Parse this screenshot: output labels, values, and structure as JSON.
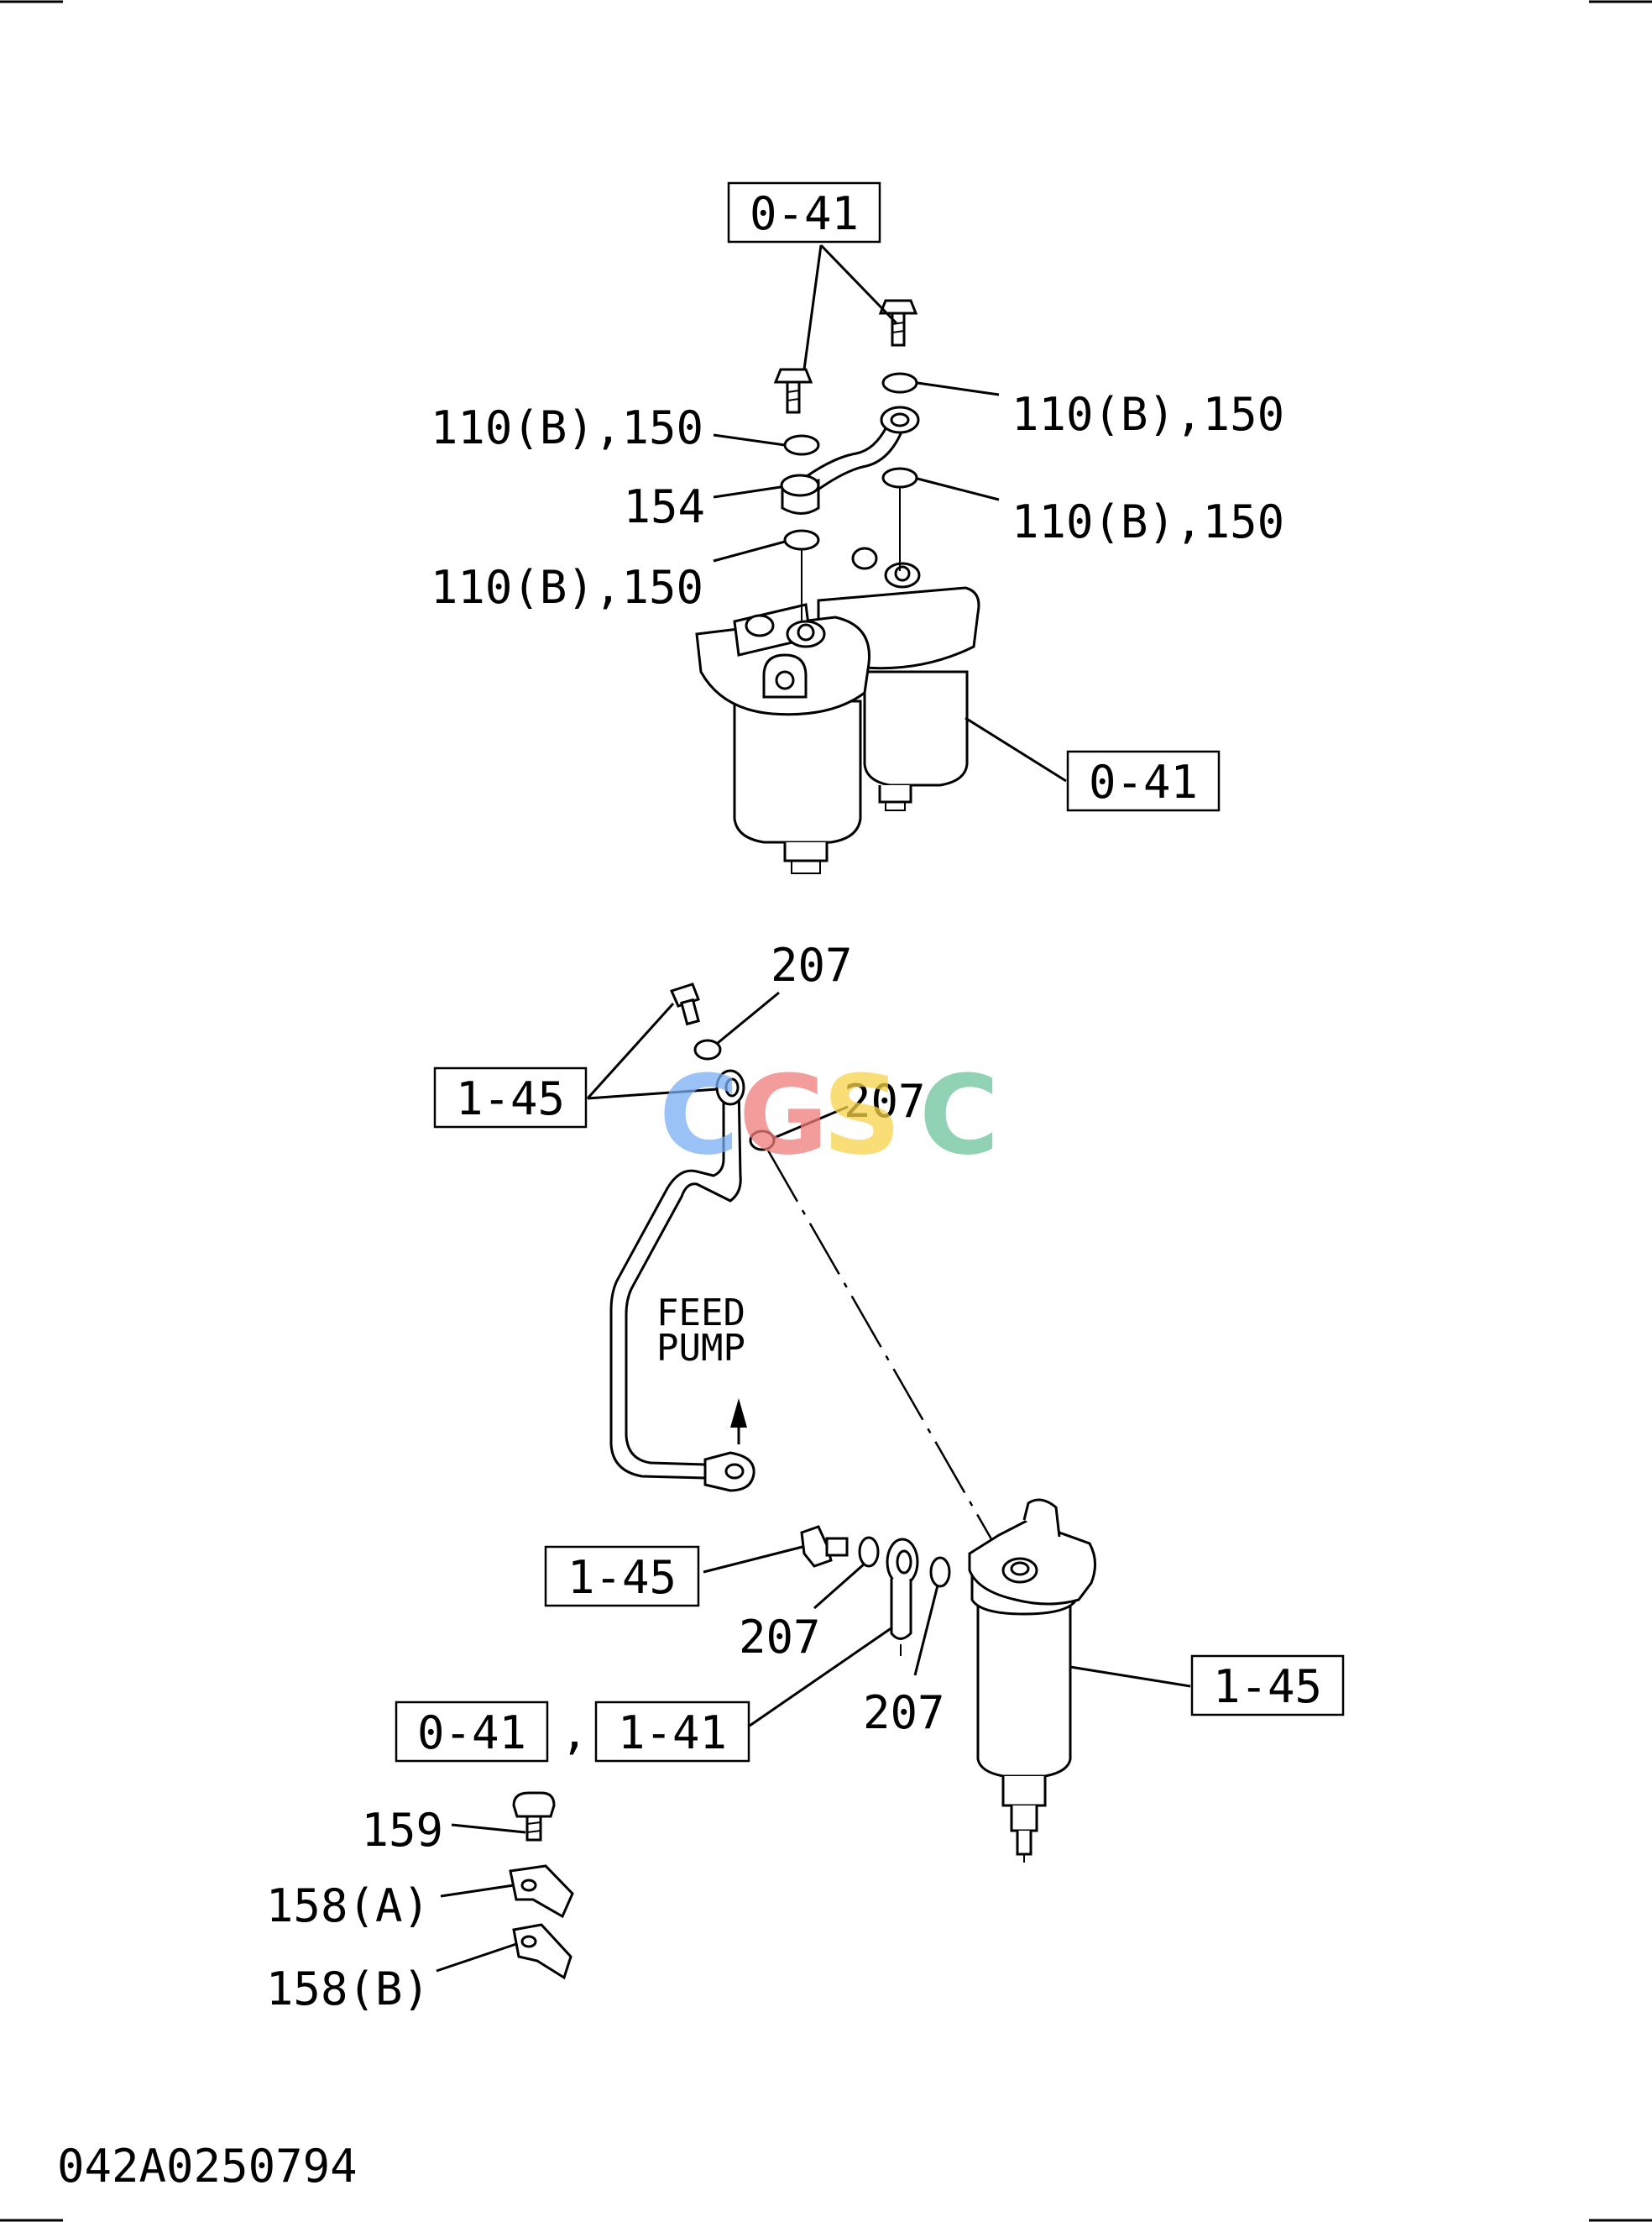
{
  "document_id": "042A0250794",
  "watermark": {
    "letters": [
      "C",
      "G",
      "S",
      "C"
    ],
    "colors": [
      "#7aaef5",
      "#f07b7b",
      "#f7d24a",
      "#6cc39a"
    ]
  },
  "note": {
    "line1": "FEED",
    "line2": "PUMP"
  },
  "upper_assembly": {
    "refs": {
      "top": "0-41",
      "right": "0-41"
    },
    "callouts": {
      "left_upper": "110(B),150",
      "right_upper": "110(B),150",
      "banjo": "154",
      "right_lower": "110(B),150",
      "left_lower": "110(B),150"
    }
  },
  "lower_assembly": {
    "refs": {
      "pipe": "1-45",
      "bolt": "1-45",
      "filter": "1-45",
      "fitting_a": "0-41",
      "fitting_b": "1-41"
    },
    "separator": ",",
    "callouts": {
      "washer_top": "207",
      "washer_mid": "207",
      "washer_low_left": "207",
      "washer_low_right": "207",
      "bolt_159": "159",
      "bracket_a": "158(A)",
      "bracket_b": "158(B)"
    }
  }
}
